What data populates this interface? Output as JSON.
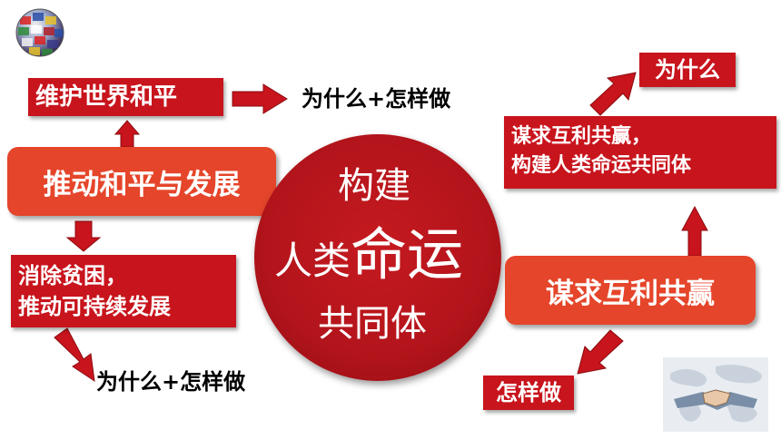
{
  "center": {
    "line1": "构建",
    "line2_small": "人类",
    "line2_big": "命运",
    "line3": "共同体"
  },
  "left": {
    "top_box": "维护世界和平",
    "top_question": "为什么+怎样做",
    "main_box": "推动和平与发展",
    "bottom_box_line1": "消除贫困，",
    "bottom_box_line2": "推动可持续发展",
    "bottom_question": "为什么+怎样做"
  },
  "right": {
    "why_box": "为什么",
    "detail_line1": "谋求互利共赢，",
    "detail_line2": "构建人类命运共同体",
    "main_box": "谋求互利共赢",
    "how_box": "怎样做"
  },
  "colors": {
    "red": "#c8141c",
    "orange": "#e5452a",
    "circle": "#b3141b"
  },
  "icons": [
    "globe-flags-icon",
    "handshake-map-icon"
  ]
}
